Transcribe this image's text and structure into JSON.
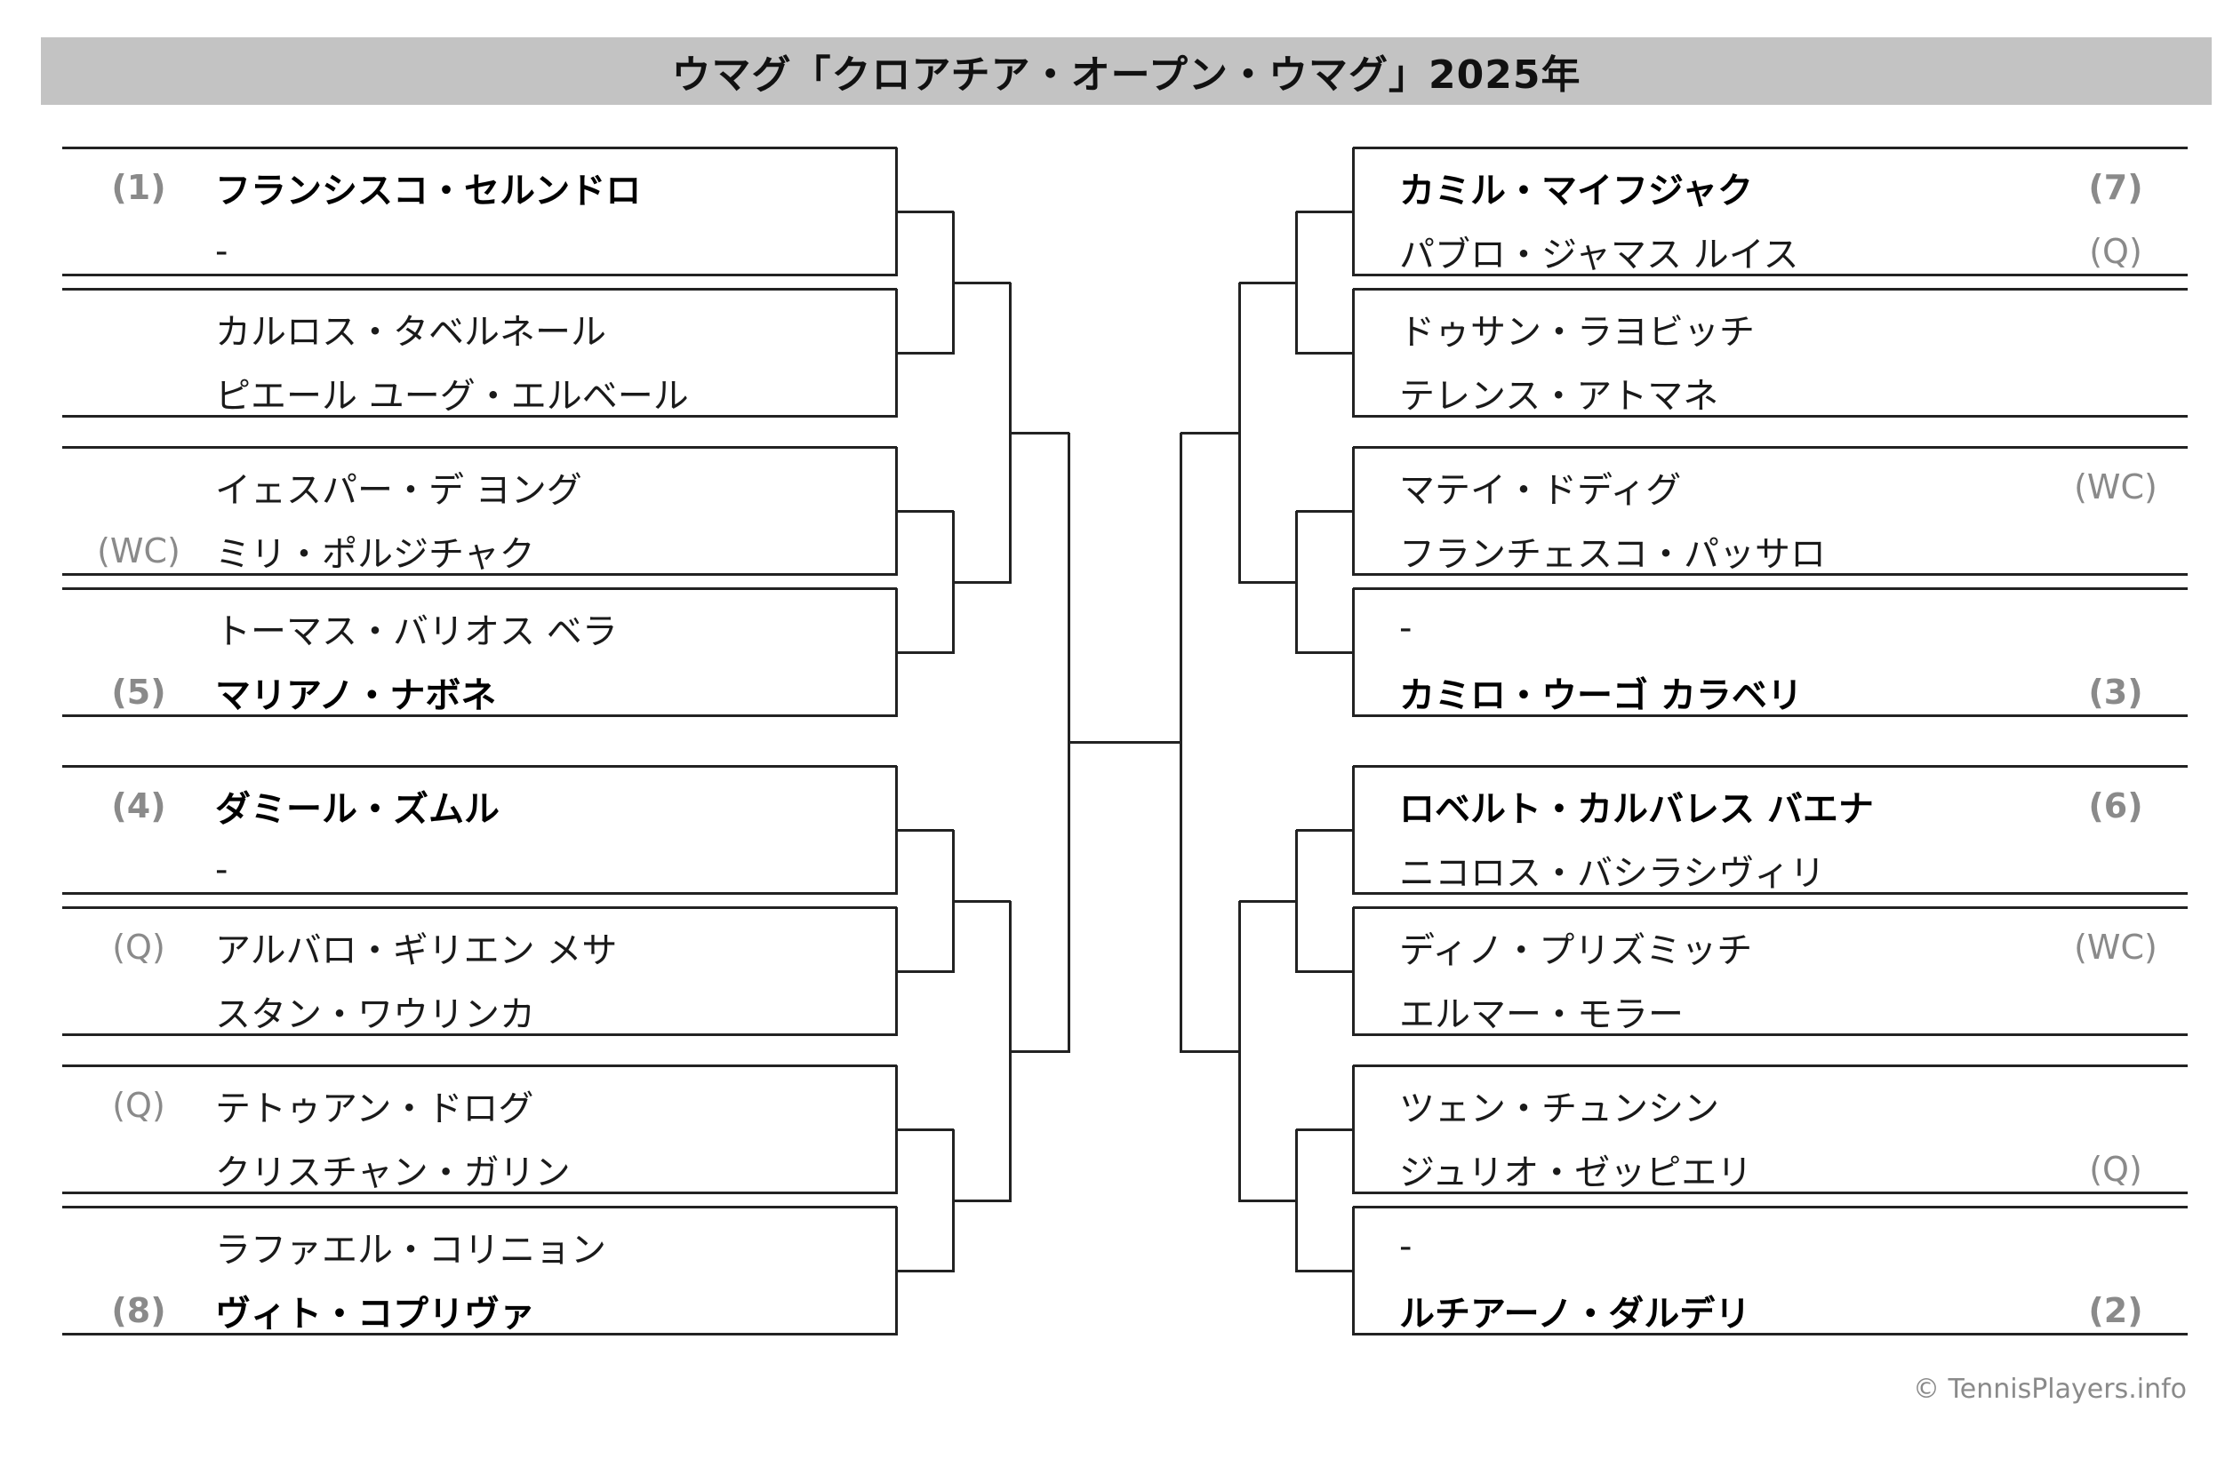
{
  "title": "ウマグ「クロアチア・オープン・ウマグ」2025年",
  "credit": "© TennisPlayers.info",
  "left_matches": [
    {
      "players": [
        {
          "seed": "(1)",
          "name": "フランシスコ・セルンドロ",
          "bold": true
        },
        {
          "seed": "",
          "name": "-",
          "bold": false
        }
      ]
    },
    {
      "players": [
        {
          "seed": "",
          "name": "カルロス・タベルネール",
          "bold": false
        },
        {
          "seed": "",
          "name": "ピエール ユーグ・エルベール",
          "bold": false
        }
      ]
    },
    {
      "players": [
        {
          "seed": "",
          "name": "イェスパー・デ ヨング",
          "bold": false
        },
        {
          "seed": "(WC)",
          "name": "ミリ・ポルジチャク",
          "bold": false
        }
      ]
    },
    {
      "players": [
        {
          "seed": "",
          "name": "トーマス・バリオス ベラ",
          "bold": false
        },
        {
          "seed": "(5)",
          "name": "マリアノ・ナボネ",
          "bold": true
        }
      ]
    },
    {
      "players": [
        {
          "seed": "(4)",
          "name": "ダミール・ズムル",
          "bold": true
        },
        {
          "seed": "",
          "name": "-",
          "bold": false
        }
      ]
    },
    {
      "players": [
        {
          "seed": "(Q)",
          "name": "アルバロ・ギリエン メサ",
          "bold": false
        },
        {
          "seed": "",
          "name": "スタン・ワウリンカ",
          "bold": false
        }
      ]
    },
    {
      "players": [
        {
          "seed": "(Q)",
          "name": "テトゥアン・ドログ",
          "bold": false
        },
        {
          "seed": "",
          "name": "クリスチャン・ガリン",
          "bold": false
        }
      ]
    },
    {
      "players": [
        {
          "seed": "",
          "name": "ラファエル・コリニョン",
          "bold": false
        },
        {
          "seed": "(8)",
          "name": "ヴィト・コプリヴァ",
          "bold": true
        }
      ]
    }
  ],
  "right_matches": [
    {
      "players": [
        {
          "seed": "(7)",
          "name": "カミル・マイフジャク",
          "bold": true
        },
        {
          "seed": "(Q)",
          "name": "パブロ・ジャマス ルイス",
          "bold": false
        }
      ]
    },
    {
      "players": [
        {
          "seed": "",
          "name": "ドゥサン・ラヨビッチ",
          "bold": false
        },
        {
          "seed": "",
          "name": "テレンス・アトマネ",
          "bold": false
        }
      ]
    },
    {
      "players": [
        {
          "seed": "(WC)",
          "name": "マテイ・ドディグ",
          "bold": false
        },
        {
          "seed": "",
          "name": "フランチェスコ・パッサロ",
          "bold": false
        }
      ]
    },
    {
      "players": [
        {
          "seed": "",
          "name": "-",
          "bold": false
        },
        {
          "seed": "(3)",
          "name": "カミロ・ウーゴ カラベリ",
          "bold": true
        }
      ]
    },
    {
      "players": [
        {
          "seed": "(6)",
          "name": "ロベルト・カルバレス バエナ",
          "bold": true
        },
        {
          "seed": "",
          "name": "ニコロス・バシラシヴィリ",
          "bold": false
        }
      ]
    },
    {
      "players": [
        {
          "seed": "(WC)",
          "name": "ディノ・プリズミッチ",
          "bold": false
        },
        {
          "seed": "",
          "name": "エルマー・モラー",
          "bold": false
        }
      ]
    },
    {
      "players": [
        {
          "seed": "",
          "name": "ツェン・チュンシン",
          "bold": false
        },
        {
          "seed": "(Q)",
          "name": "ジュリオ・ゼッピエリ",
          "bold": false
        }
      ]
    },
    {
      "players": [
        {
          "seed": "",
          "name": "-",
          "bold": false
        },
        {
          "seed": "(2)",
          "name": "ルチアーノ・ダルデリ",
          "bold": true
        }
      ]
    }
  ]
}
